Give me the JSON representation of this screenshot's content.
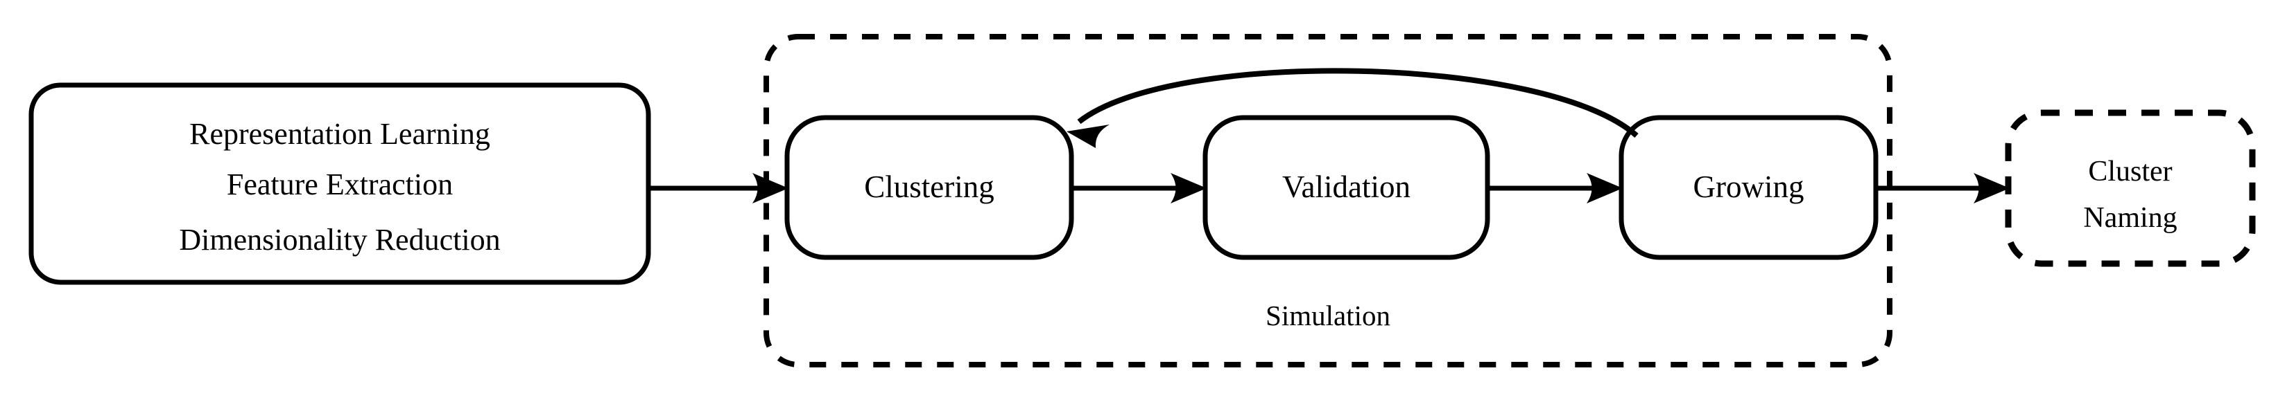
{
  "diagram": {
    "title": "Clustering pipeline flow diagram",
    "ink_color": "#000000",
    "background_color": "#ffffff",
    "pipeline_box": {
      "name": "representation-learning",
      "border_style": "solid",
      "lines": [
        "Representation Learning",
        "Feature Extraction",
        "Dimensionality Reduction"
      ]
    },
    "simulation_group": {
      "name": "simulation",
      "border_style": "dashed",
      "label": "Simulation",
      "stages": [
        {
          "id": "clustering",
          "label": "Clustering",
          "border_style": "solid"
        },
        {
          "id": "validation",
          "label": "Validation",
          "border_style": "solid"
        },
        {
          "id": "growing",
          "label": "Growing",
          "border_style": "solid"
        }
      ]
    },
    "terminal_box": {
      "name": "cluster-naming",
      "border_style": "dashed",
      "line1": "Cluster",
      "line2": "Naming"
    },
    "edges": [
      {
        "id": "e1",
        "from": "representation-learning",
        "to": "clustering",
        "kind": "straight-arrow"
      },
      {
        "id": "e2",
        "from": "clustering",
        "to": "validation",
        "kind": "straight-arrow"
      },
      {
        "id": "e3",
        "from": "validation",
        "to": "growing",
        "kind": "straight-arrow"
      },
      {
        "id": "e4",
        "from": "growing",
        "to": "cluster-naming",
        "kind": "straight-arrow"
      },
      {
        "id": "e5",
        "from": "growing",
        "to": "clustering",
        "kind": "curved-feedback-arrow"
      }
    ]
  }
}
